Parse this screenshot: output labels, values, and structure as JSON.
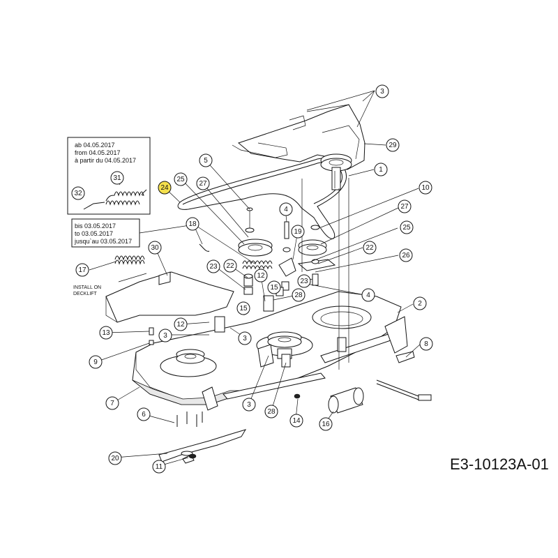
{
  "document_code": "E3-10123A-01",
  "highlight_color": "#f4e04d",
  "notes": {
    "new_spring": [
      "ab 04.05.2017",
      "from 04.05.2017",
      "à partir du 04.05.2017"
    ],
    "old_spring": [
      "bis 03.05.2017",
      "to 03.05.2017",
      "jusqu`au 03.05.2017"
    ],
    "install": [
      "INSTALL ON",
      "DECKLIFT"
    ]
  },
  "callouts": [
    {
      "n": "3"
    },
    {
      "n": "29"
    },
    {
      "n": "1"
    },
    {
      "n": "10"
    },
    {
      "n": "27"
    },
    {
      "n": "25"
    },
    {
      "n": "22"
    },
    {
      "n": "26"
    },
    {
      "n": "4"
    },
    {
      "n": "2"
    },
    {
      "n": "8"
    },
    {
      "n": "31"
    },
    {
      "n": "32"
    },
    {
      "n": "24",
      "highlight": true
    },
    {
      "n": "25"
    },
    {
      "n": "27"
    },
    {
      "n": "5"
    },
    {
      "n": "4"
    },
    {
      "n": "19"
    },
    {
      "n": "18"
    },
    {
      "n": "17"
    },
    {
      "n": "30"
    },
    {
      "n": "22"
    },
    {
      "n": "23"
    },
    {
      "n": "12"
    },
    {
      "n": "15"
    },
    {
      "n": "23"
    },
    {
      "n": "28"
    },
    {
      "n": "15"
    },
    {
      "n": "12"
    },
    {
      "n": "13"
    },
    {
      "n": "3"
    },
    {
      "n": "3"
    },
    {
      "n": "9"
    },
    {
      "n": "7"
    },
    {
      "n": "3"
    },
    {
      "n": "28"
    },
    {
      "n": "14"
    },
    {
      "n": "16"
    },
    {
      "n": "6"
    },
    {
      "n": "20"
    },
    {
      "n": "11"
    }
  ]
}
